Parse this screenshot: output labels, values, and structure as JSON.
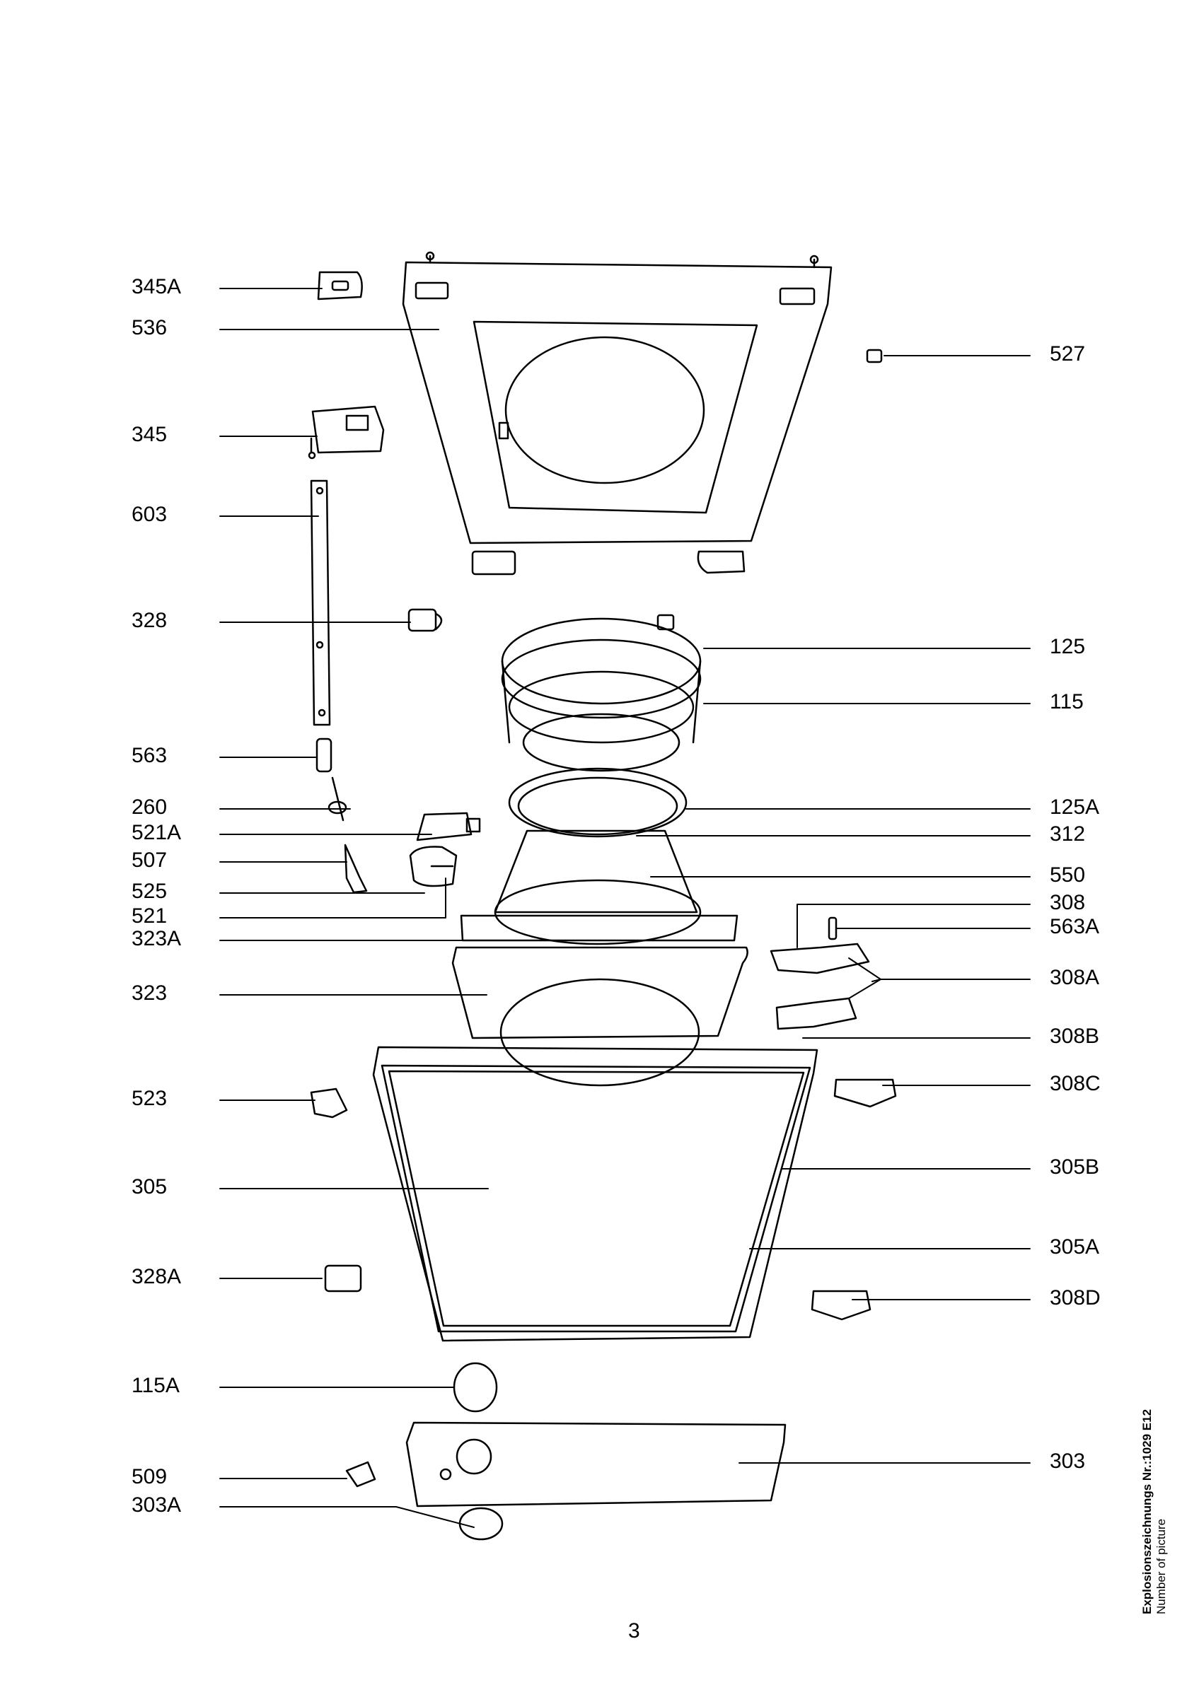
{
  "left_labels": {
    "l345A": "345A",
    "l536": "536",
    "l345": "345",
    "l603": "603",
    "l328": "328",
    "l563": "563",
    "l260": "260",
    "l521A": "521A",
    "l507": "507",
    "l525": "525",
    "l521": "521",
    "l323A": "323A",
    "l323": "323",
    "l523": "523",
    "l305": "305",
    "l328A": "328A",
    "l115A": "115A",
    "l509": "509",
    "l303A": "303A"
  },
  "right_labels": {
    "r527": "527",
    "r125": "125",
    "r115": "115",
    "r125A": "125A",
    "r312": "312",
    "r550": "550",
    "r308": "308",
    "r563A": "563A",
    "r308A": "308A",
    "r308B": "308B",
    "r308C": "308C",
    "r305B": "305B",
    "r305A": "305A",
    "r308D": "308D",
    "r303": "303"
  },
  "footer": {
    "page_number": "3",
    "title": "Explosionszeichnungs Nr.:1029 E12",
    "subtitle": "Number of picture"
  }
}
